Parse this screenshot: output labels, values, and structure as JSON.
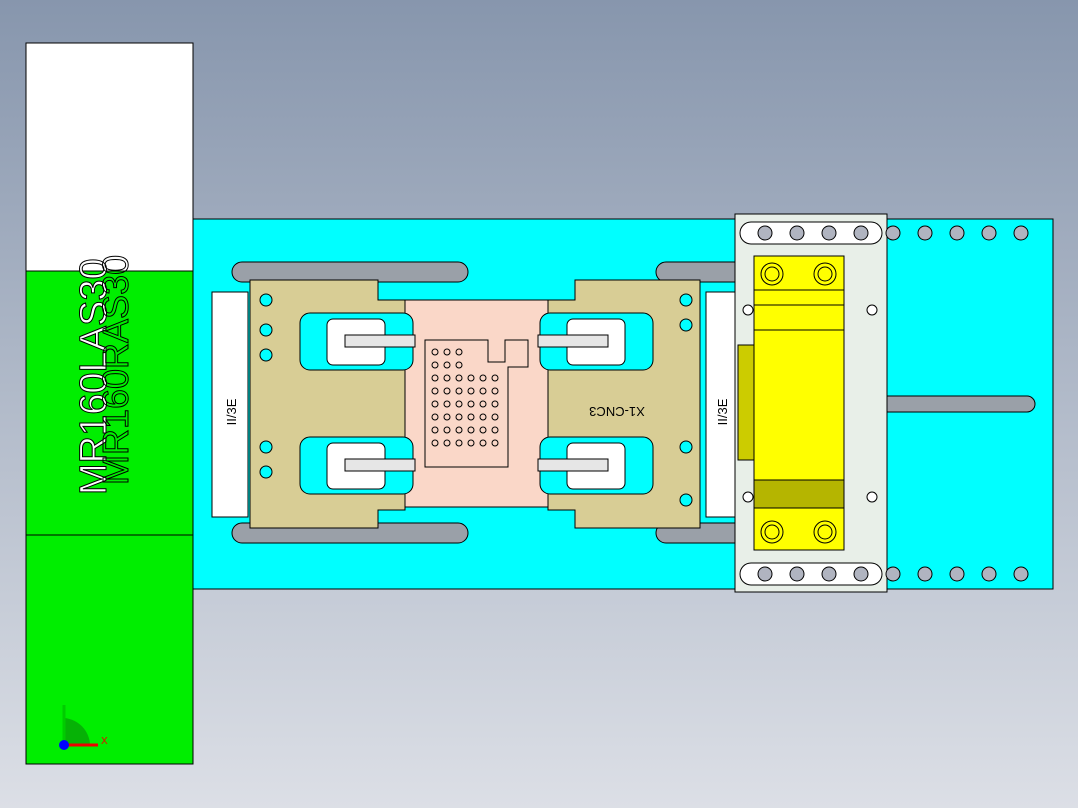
{
  "model": {
    "motor_label_left": "MR160LAS30",
    "motor_label_right": "MR160RAS30",
    "fixture_label": "X1-CNC3",
    "side_label_left": "II/3E",
    "side_label_right": "II/3E",
    "axis_x_label": "X"
  },
  "colors": {
    "background_top": "#8796ad",
    "background_bottom": "#dcdfe6",
    "base_plate": "#00ffff",
    "motor": "#00ee00",
    "fixture_plate": "#d8cd95",
    "center_plate": "#fad7c8",
    "clamp": "#ffff00"
  }
}
